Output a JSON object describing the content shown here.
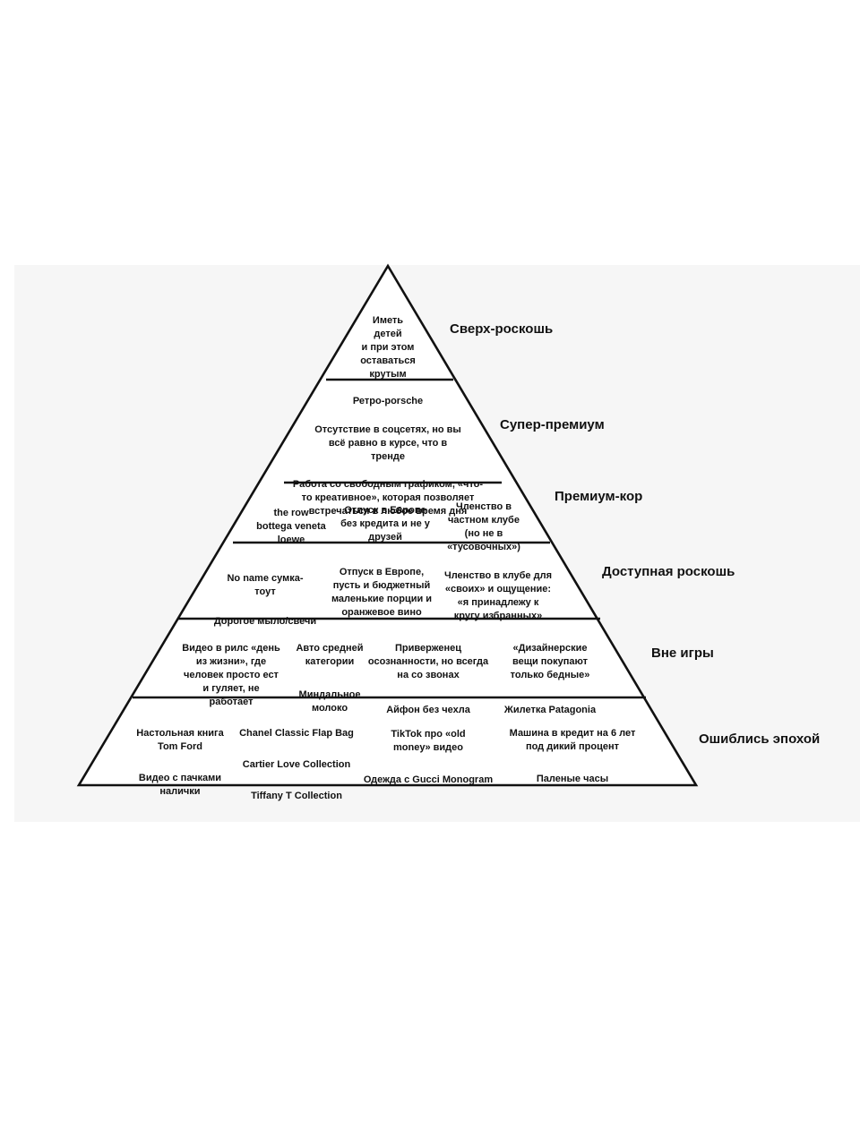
{
  "tiers": [
    {
      "label": "Сверх-роскошь",
      "cells": [
        [
          "Иметь\nдетей\nи при этом\nоставаться\nкрутым"
        ]
      ]
    },
    {
      "label": "Супер-премиум",
      "cells": [
        [
          "Ретро-porsche",
          "Отсутствие в соцсетях, но вы\nвсё равно в курсе, что в\nтренде",
          "Работа со свободным графиком, «что-\nто креативное», которая позволяет\nвстречаться в любое время дня"
        ]
      ]
    },
    {
      "label": "Премиум-кор",
      "cells": [
        [
          "the row\nbottega veneta\nloewe"
        ],
        [
          "Отпуск в Европе\nбез кредита и не у\nдрузей"
        ],
        [
          "Членство в\nчастном клубе\n(но не в\n«тусовочных»)"
        ]
      ]
    },
    {
      "label": "Доступная роскошь",
      "cells": [
        [
          "No name сумка-\nтоут",
          "Дорогое мыло/свечи"
        ],
        [
          "Отпуск в Европе,\nпусть и бюджетный\nмаленькие порции и\nоранжевое вино"
        ],
        [
          "Членство в клубе для\n«своих» и ощущение:\n«я принадлежу к\nкругу избранных»"
        ]
      ]
    },
    {
      "label": "Вне игры",
      "cells": [
        [
          "Видео в рилс «день\nиз жизни», где\nчеловек просто ест\nи гуляет, не\nработает"
        ],
        [
          "Авто средней\nкатегории",
          "Миндальное\nмолоко"
        ],
        [
          "Приверженец\nосознанности, но всегда\nна со звонах",
          "Айфон без чехла"
        ],
        [
          "«Дизайнерские\nвещи покупают\nтолько бедные»",
          "Жилетка Patagonia"
        ]
      ]
    },
    {
      "label": "Ошиблись эпохой",
      "cells": [
        [
          "Настольная книга\nTom Ford",
          "Видео с пачками\nналички"
        ],
        [
          "Chanel Classic Flap Bag",
          "Cartier Love Collection",
          "Tiffany T Collection"
        ],
        [
          "TikTok про «old\nmoney» видео",
          "Одежда с  Gucci Monogram"
        ],
        [
          "Машина в кредит на 6 лет\nпод дикий процент",
          "Паленые часы"
        ]
      ]
    }
  ]
}
